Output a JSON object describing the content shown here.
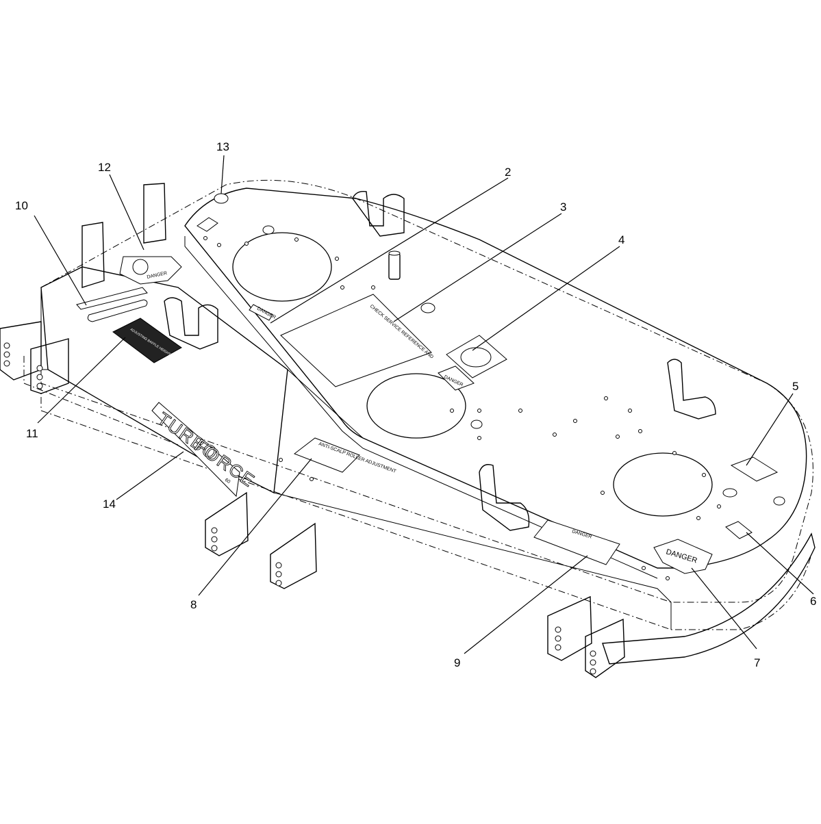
{
  "callouts": [
    {
      "id": "c2",
      "label": "2"
    },
    {
      "id": "c3",
      "label": "3"
    },
    {
      "id": "c4",
      "label": "4"
    },
    {
      "id": "c5",
      "label": "5"
    },
    {
      "id": "c6",
      "label": "6"
    },
    {
      "id": "c7",
      "label": "7"
    },
    {
      "id": "c8",
      "label": "8"
    },
    {
      "id": "c9",
      "label": "9"
    },
    {
      "id": "c10",
      "label": "10"
    },
    {
      "id": "c11",
      "label": "11"
    },
    {
      "id": "c12",
      "label": "12"
    },
    {
      "id": "c13",
      "label": "13"
    },
    {
      "id": "c14",
      "label": "14"
    }
  ],
  "decals": {
    "brand_line1": "TURBO",
    "brand_line2": "FORCE",
    "brand_size": "60",
    "danger_large": "DANGER",
    "danger_small": "DANGER",
    "danger_center": "DANGER",
    "danger_strip": "DANGER",
    "danger_belt": "DANGER",
    "check_service": "CHECK SERVICE REFERENCE AND",
    "roller_adjust": "ANTI-SCALP ROLLER ADJUSTMENT",
    "height_adjust": "ADJUSTING BAFFLE HEIGHT ADJUSTMENT"
  }
}
